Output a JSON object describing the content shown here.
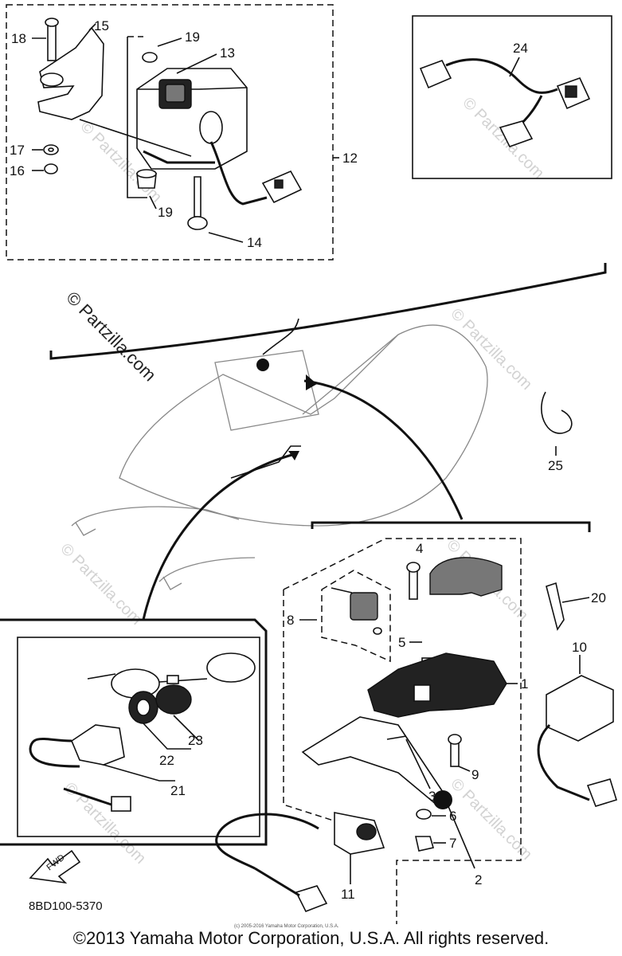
{
  "diagram": {
    "part_code": "8BD100-5370",
    "copyright_footer": "©2013 Yamaha Motor Corporation, U.S.A. All rights reserved.",
    "tiny_notice": "(c) 2005-2016 Yamaha Motor Corporation, U.S.A.",
    "watermark": "© Partzilla.com",
    "fwd_label": "FWD",
    "callouts": {
      "c1": "1",
      "c2": "2",
      "c3": "3",
      "c4": "4",
      "c5": "5",
      "c6": "6",
      "c7": "7",
      "c8": "8",
      "c9": "9",
      "c10": "10",
      "c11": "11",
      "c12": "12",
      "c13": "13",
      "c14": "14",
      "c15": "15",
      "c16": "16",
      "c17": "17",
      "c18": "18",
      "c19a": "19",
      "c19b": "19",
      "c20": "20",
      "c21": "21",
      "c22": "22",
      "c23": "23",
      "c24": "24",
      "c25": "25"
    }
  }
}
